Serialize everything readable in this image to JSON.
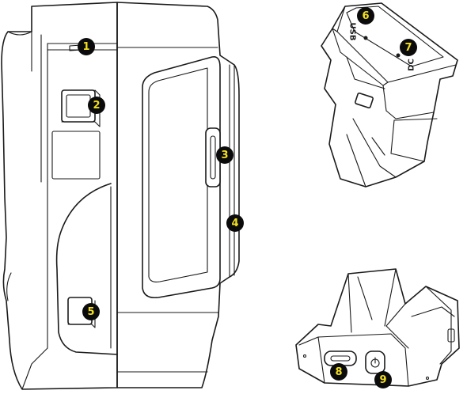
{
  "callouts": [
    {
      "id": "1",
      "label": "1"
    },
    {
      "id": "2",
      "label": "2"
    },
    {
      "id": "3",
      "label": "3"
    },
    {
      "id": "4",
      "label": "4"
    },
    {
      "id": "5",
      "label": "5"
    },
    {
      "id": "6",
      "label": "6"
    },
    {
      "id": "7",
      "label": "7"
    },
    {
      "id": "8",
      "label": "8"
    },
    {
      "id": "9",
      "label": "9"
    }
  ],
  "port_labels": {
    "left": "USB",
    "right": "DC"
  },
  "colors": {
    "line": "#1a1a1a",
    "badge_fill": "#0b0b0b",
    "badge_text": "#f2df20",
    "background": "#ffffff"
  },
  "icons": [
    "power-icon",
    "usb-c-port",
    "usb-a-port",
    "sd-card-slot"
  ]
}
